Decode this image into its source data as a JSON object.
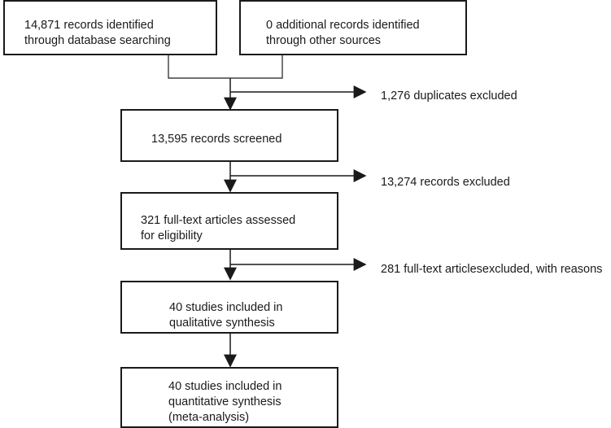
{
  "boxes": {
    "database_search": "14,871 records identified\nthrough database searching",
    "other_sources": "0 additional records identified\nthrough other sources",
    "screened": "13,595 records screened",
    "full_text": "321 full-text articles assessed\nfor eligibility",
    "qualitative": "40 studies included in\nqualitative synthesis",
    "quantitative": "40 studies included in\nquantitative synthesis\n(meta-analysis)"
  },
  "exclusions": {
    "duplicates": "1,276 duplicates excluded",
    "records": "13,274 records excluded",
    "full_text": "281 full-text articlesexcluded, with reasons"
  }
}
